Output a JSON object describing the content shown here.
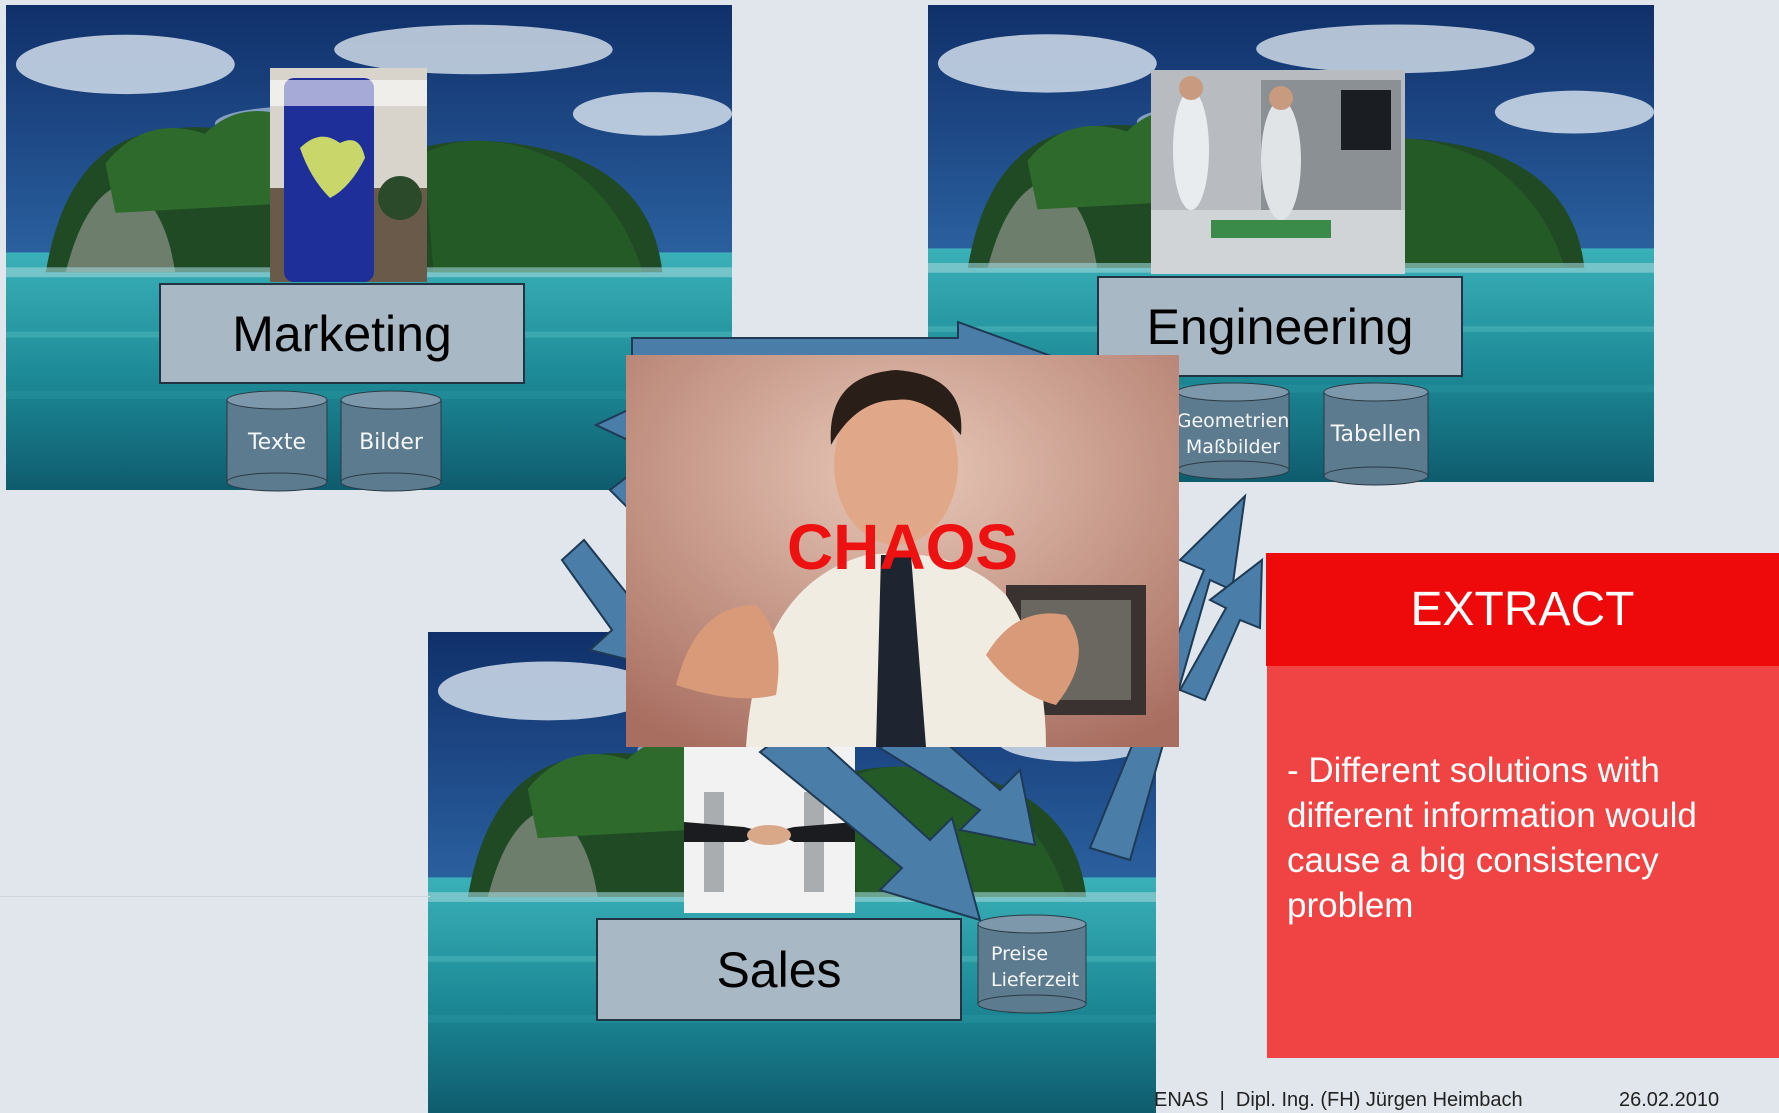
{
  "departments": {
    "marketing": {
      "label": "Marketing",
      "stores": [
        "Texte",
        "Bilder"
      ]
    },
    "engineering": {
      "label": "Engineering",
      "stores": [
        "Geometrien\nMaßbilder",
        "Tabellen"
      ]
    },
    "sales": {
      "label": "Sales",
      "stores": [
        "Preise\nLieferzeit"
      ]
    }
  },
  "center": {
    "title": "CHAOS"
  },
  "extract": {
    "title": "EXTRACT",
    "body": "- Different solutions with different information would cause a big consistency problem"
  },
  "footer": {
    "author": "ENAS  |  Dipl. Ing. (FH) Jürgen Heimbach",
    "date": "26.02.2010"
  },
  "colors": {
    "arrow": "#4a7ea8",
    "label_box": "#a8b8c4",
    "drum": "#5d7b8f",
    "extract_header": "#ee0a0a",
    "extract_body": "#f04444",
    "chaos_text": "#ee1111"
  }
}
